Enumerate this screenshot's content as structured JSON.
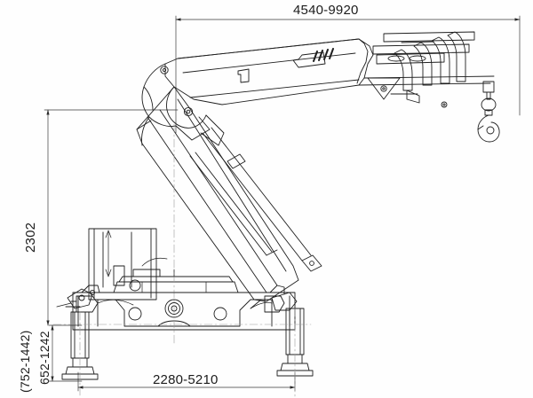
{
  "drawing": {
    "title": "Knuckle Boom Crane Side Elevation",
    "background_color": "#fefefe",
    "line_color": "#1a1a1a",
    "dimensions": {
      "outreach": {
        "label": "4540-9920",
        "name": "horizontal-outreach",
        "orientation": "horizontal",
        "position": "top"
      },
      "height": {
        "label": "2302",
        "name": "overall-height",
        "orientation": "vertical",
        "position": "left"
      },
      "leg_extension": {
        "label": "652-1242",
        "name": "outrigger-leg-stroke",
        "orientation": "vertical",
        "position": "left-lower"
      },
      "leg_extension_alt": {
        "label": "(752-1442)",
        "name": "outrigger-leg-stroke-alt",
        "orientation": "vertical",
        "position": "left-lower-outer"
      },
      "outrigger_span": {
        "label": "2280-5210",
        "name": "outrigger-span",
        "orientation": "horizontal",
        "position": "bottom"
      }
    },
    "components": [
      {
        "name": "outer-telescopic-boom"
      },
      {
        "name": "inner-boom"
      },
      {
        "name": "knuckle-joint"
      },
      {
        "name": "lift-cylinder"
      },
      {
        "name": "telescope-cylinder"
      },
      {
        "name": "hook-block"
      },
      {
        "name": "rotation-column"
      },
      {
        "name": "base-frame"
      },
      {
        "name": "outrigger-leg-left"
      },
      {
        "name": "outrigger-leg-right"
      },
      {
        "name": "outrigger-foot-pad-left"
      },
      {
        "name": "outrigger-foot-pad-right"
      }
    ]
  }
}
